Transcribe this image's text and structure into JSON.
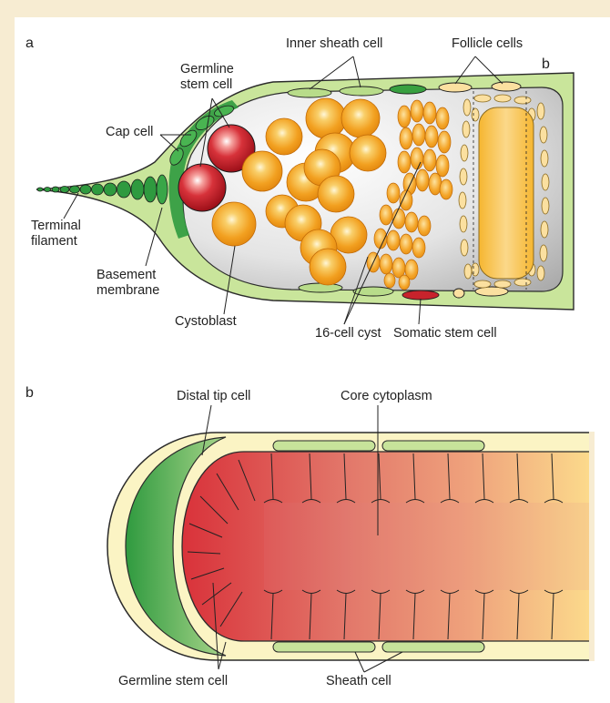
{
  "panel_a": {
    "letter": "a",
    "corner_letter": "b",
    "labels": {
      "inner_sheath": "Inner sheath cell",
      "follicle": "Follicle cells",
      "germline_stem": "Germline\nstem cell",
      "cap_cell": "Cap cell",
      "terminal_filament": "Terminal\nfilament",
      "basement_membrane": "Basement\nmembrane",
      "cystoblast": "Cystoblast",
      "sixteen_cell_cyst": "16-cell cyst",
      "somatic_stem": "Somatic stem cell"
    }
  },
  "panel_b": {
    "letter": "b",
    "labels": {
      "distal_tip": "Distal tip cell",
      "core_cytoplasm": "Core cytoplasm",
      "germline_stem": "Germline stem cell",
      "sheath_cell": "Sheath cell"
    }
  },
  "colors": {
    "background": "#f7ecd2",
    "sheath_green": "#c7e39a",
    "cap_green": "#2f9a3f",
    "germline_red": "#c8232c",
    "cyst_orange": "#f1a21c",
    "nurse_yellow": "#f6c447",
    "tube_red": "#e03a3e",
    "tube_yellow": "#fbd98a"
  }
}
